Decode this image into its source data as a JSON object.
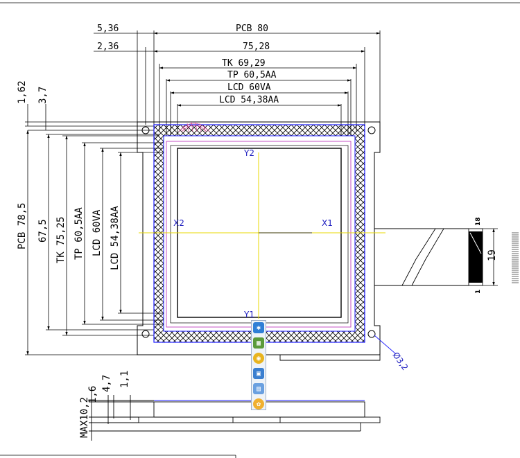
{
  "dimensions_top": {
    "pcb": "PCB 80",
    "w1": "75,28",
    "tk": "TK 69,29",
    "tp": "TP 60,5AA",
    "lcd_va": "LCD 60VA",
    "lcd_aa": "LCD 54,38AA",
    "left_5": "5,36",
    "left_2": "2,36"
  },
  "dimensions_left": {
    "pcb": "PCB 78,5",
    "h1": "67,5",
    "tk": "TK 75,25",
    "tp": "TP 60,5AA",
    "lcd_va": "LCD 60VA",
    "lcd_aa": "LCD 54,38AA",
    "top_1": "1,62",
    "top_2": "3,7"
  },
  "axes": {
    "y2": "Y2",
    "y1": "Y1",
    "x1": "X1",
    "x2": "X2"
  },
  "hole": "Ø3,2",
  "fpc": {
    "pin_top": "18",
    "pin_bottom": "1",
    "width": "19"
  },
  "side_view": {
    "max": "MAX10,2",
    "d1": "1,6",
    "d2": "4,7",
    "d3": "1,1"
  },
  "colors": {
    "line": "#000000",
    "blue": "#1a1aff",
    "yellow": "#e8d800",
    "magenta": "#c040c0"
  },
  "toolbar_icons": [
    "pin-icon",
    "image-icon",
    "globe-icon",
    "window-icon",
    "panel-icon",
    "palette-icon"
  ]
}
